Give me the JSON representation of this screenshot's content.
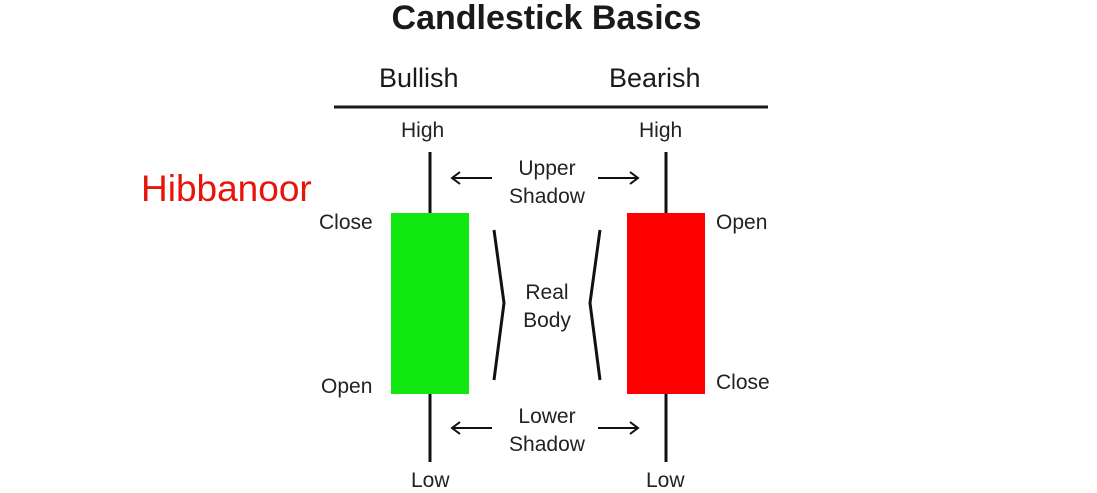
{
  "title": "Candlestick Basics",
  "headers": {
    "bullish": "Bullish",
    "bearish": "Bearish"
  },
  "watermark": "Hibbanoor",
  "bullish": {
    "high": "High",
    "close": "Close",
    "open": "Open",
    "low": "Low",
    "body_color": "#11e811"
  },
  "bearish": {
    "high": "High",
    "open": "Open",
    "close": "Close",
    "low": "Low",
    "body_color": "#ff0000"
  },
  "middle": {
    "upper_shadow_line1": "Upper",
    "upper_shadow_line2": "Shadow",
    "real_body_line1": "Real",
    "real_body_line2": "Body",
    "lower_shadow_line1": "Lower",
    "lower_shadow_line2": "Shadow"
  }
}
